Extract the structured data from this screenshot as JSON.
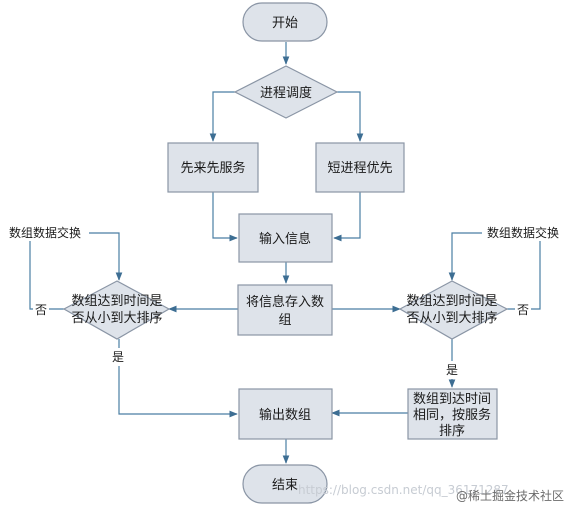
{
  "nodes": {
    "start": "开始",
    "schedule": "进程调度",
    "fcfs": "先来先服务",
    "sjf": "短进程优先",
    "input": "输入信息",
    "store": [
      "将信息存入数",
      "组"
    ],
    "sort_left": [
      "数组达到时间是",
      "否从小到大排序"
    ],
    "sort_right": [
      "数组达到时间是",
      "否从小到大排序"
    ],
    "swap_left": "数组数据交换",
    "swap_right": "数组数据交换",
    "same_time": [
      "数组到达时间",
      "相同，按服务",
      "排序"
    ],
    "output": "输出数组",
    "end": "结束"
  },
  "edge_labels": {
    "no_left": "否",
    "no_right": "否",
    "yes_left": "是",
    "yes_right": "是"
  },
  "watermark": {
    "url": "https://blog.csdn.net/qq_36171287",
    "brand": "@稀土掘金技术社区"
  },
  "colors": {
    "fill": "#dee3ea",
    "stroke": "#8a95a5",
    "arrow": "#4a7ea3"
  }
}
